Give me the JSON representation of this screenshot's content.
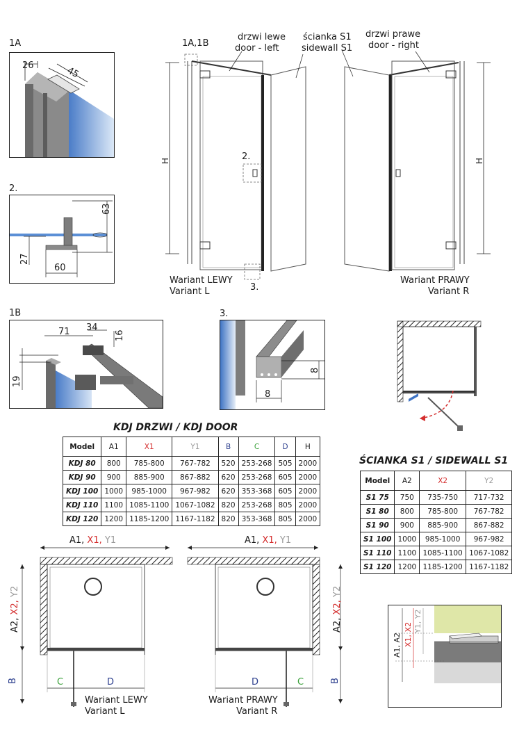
{
  "colors": {
    "red": "#d42e2e",
    "grey": "#9a9a9a",
    "blue": "#2c3f8e",
    "green": "#3aa03a",
    "glass": "#5b8fd6",
    "profile": "#6e6e6e"
  },
  "detail_1A": {
    "label": "1A",
    "dim_a": "26",
    "dim_b": "45"
  },
  "detail_2": {
    "label": "2.",
    "dim_a": "63",
    "dim_b": "27",
    "dim_c": "60"
  },
  "detail_1B": {
    "label": "1B",
    "dim_a": "71",
    "dim_b": "34",
    "dim_c": "16",
    "dim_d": "19"
  },
  "detail_3": {
    "label": "3.",
    "dim_a": "8",
    "dim_b": "8"
  },
  "front_view": {
    "callout_1a1b": "1A,1B",
    "door_left_pl": "drzwi lewe",
    "door_left_en": "door - left",
    "sidewall_pl": "ścianka S1",
    "sidewall_en": "sidewall S1",
    "door_right_pl": "drzwi prawe",
    "door_right_en": "door - right",
    "h_label": "H",
    "callout_2": "2.",
    "callout_3": "3.",
    "variant_left_pl": "Wariant LEWY",
    "variant_left_en": "Variant L",
    "variant_right_pl": "Wariant PRAWY",
    "variant_right_en": "Variant R"
  },
  "kdj_table": {
    "title": "KDJ DRZWI / KDJ DOOR",
    "headers": [
      "Model",
      "A1",
      "X1",
      "Y1",
      "B",
      "C",
      "D",
      "H"
    ],
    "rows": [
      [
        "KDJ 80",
        "800",
        "785-800",
        "767-782",
        "520",
        "253-268",
        "505",
        "2000"
      ],
      [
        "KDJ 90",
        "900",
        "885-900",
        "867-882",
        "620",
        "253-268",
        "605",
        "2000"
      ],
      [
        "KDJ 100",
        "1000",
        "985-1000",
        "967-982",
        "620",
        "353-368",
        "605",
        "2000"
      ],
      [
        "KDJ 110",
        "1100",
        "1085-1100",
        "1067-1082",
        "820",
        "253-268",
        "805",
        "2000"
      ],
      [
        "KDJ 120",
        "1200",
        "1185-1200",
        "1167-1182",
        "820",
        "353-368",
        "805",
        "2000"
      ]
    ]
  },
  "s1_table": {
    "title": "ŚCIANKA S1 / SIDEWALL S1",
    "headers": [
      "Model",
      "A2",
      "X2",
      "Y2"
    ],
    "rows": [
      [
        "S1 75",
        "750",
        "735-750",
        "717-732"
      ],
      [
        "S1 80",
        "800",
        "785-800",
        "767-782"
      ],
      [
        "S1 90",
        "900",
        "885-900",
        "867-882"
      ],
      [
        "S1 100",
        "1000",
        "985-1000",
        "967-982"
      ],
      [
        "S1 110",
        "1100",
        "1085-1100",
        "1067-1082"
      ],
      [
        "S1 120",
        "1200",
        "1185-1200",
        "1167-1182"
      ]
    ]
  },
  "plan_view": {
    "top_a1": "A1,",
    "top_x1": " X1,",
    "top_y1": " Y1",
    "side_a2": "A2,",
    "side_x2": " X2,",
    "side_y2": " Y2",
    "b_label": "B",
    "c_label": "C",
    "d_label": "D",
    "left_variant_pl": "Wariant LEWY",
    "left_variant_en": "Variant L",
    "right_variant_pl": "Wariant PRAWY",
    "right_variant_en": "Variant R"
  },
  "profile_detail": {
    "a_label": "A1, A2",
    "x_label": "X1, X2",
    "y_label": "Y1, Y2"
  }
}
